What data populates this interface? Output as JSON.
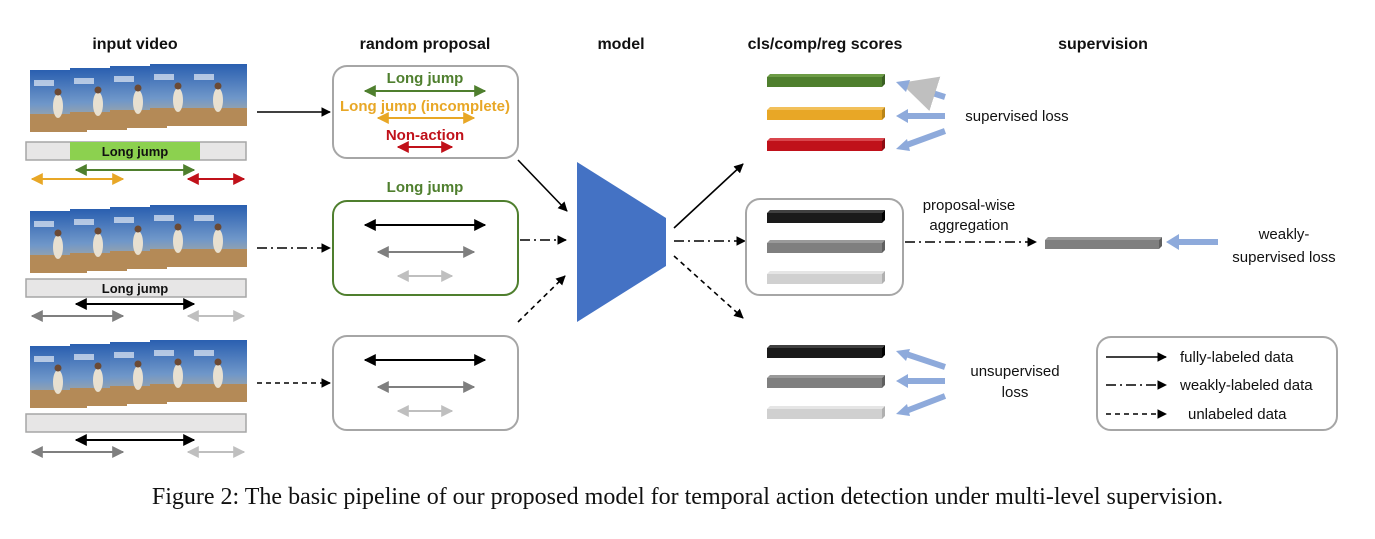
{
  "headers": {
    "input_video": "input video",
    "random_proposal": "random proposal",
    "model": "model",
    "scores": "cls/comp/reg scores",
    "supervision": "supervision"
  },
  "rows": [
    {
      "bar_label": "Long jump"
    },
    {
      "bar_label": "Long jump"
    },
    {
      "bar_label": ""
    }
  ],
  "proposals": {
    "row1": {
      "long_jump": "Long jump",
      "incomplete": "Long jump (incomplete)",
      "non_action": "Non-action"
    },
    "row2": {
      "label": "Long jump"
    }
  },
  "labels": {
    "supervised_loss": "supervised loss",
    "aggregation_line1": "proposal-wise",
    "aggregation_line2": "aggregation",
    "weak_loss_line1": "weakly-",
    "weak_loss_line2": "supervised loss",
    "unsup_loss_line1": "unsupervised",
    "unsup_loss_line2": "loss"
  },
  "legend": {
    "fully": "fully-labeled data",
    "weakly": "weakly-labeled data",
    "unlabeled": "unlabeled data"
  },
  "colors": {
    "green": "#4f7f2e",
    "green_fill": "#8cd14f",
    "orange": "#e8a726",
    "red": "#c0111a",
    "model_blue": "#4472c4",
    "light_blue": "#8eaadb",
    "box_gray": "#a6a6a6"
  },
  "caption": "Figure 2: The basic pipeline of our proposed model for temporal action detection under multi-level supervision."
}
